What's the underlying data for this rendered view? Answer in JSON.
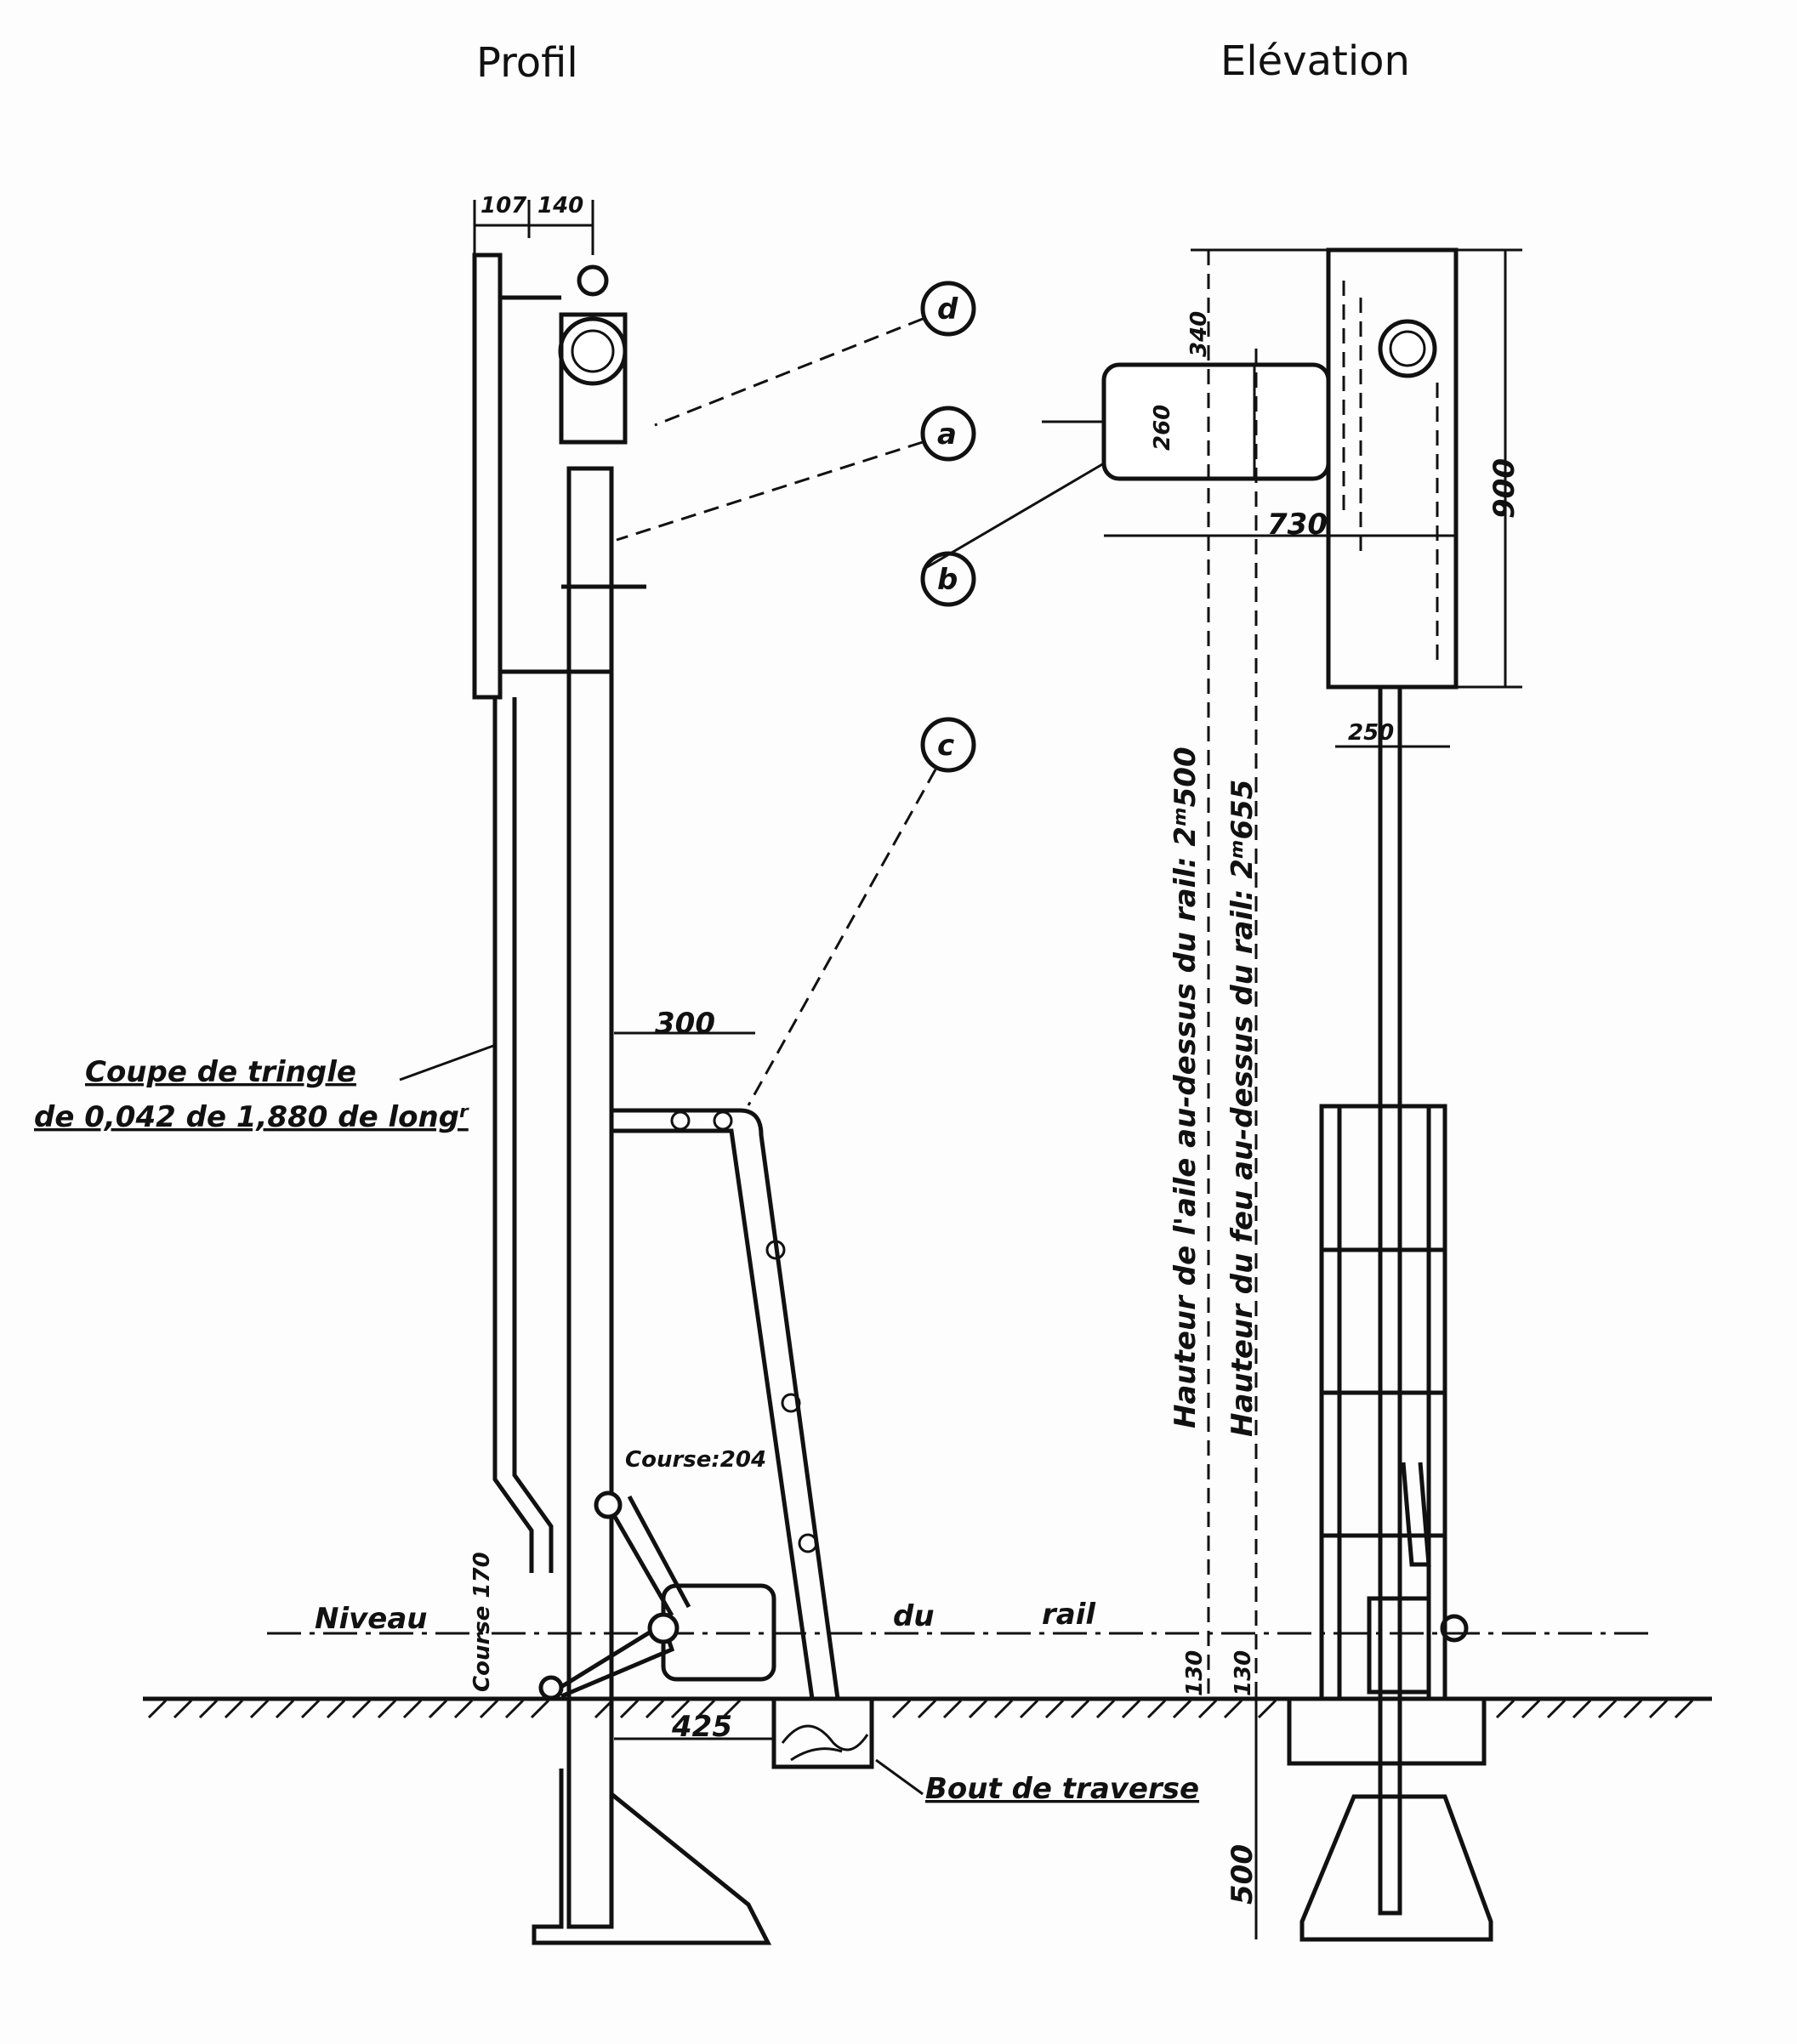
{
  "titles": {
    "profile": "Profil",
    "elevation": "Elévation"
  },
  "callouts": {
    "d": "d",
    "a": "a",
    "b": "b",
    "c": "c"
  },
  "dimensions": {
    "top_left": "107",
    "top_right": "140",
    "arm_top": "340",
    "arm_height": "260",
    "arm_width": "730",
    "box_height": "900",
    "post_width": "250",
    "ladder_width": "300",
    "base_offset": "425",
    "rail_left": "130",
    "rail_right": "130",
    "foundation": "500"
  },
  "labels": {
    "rod_line1": "Coupe de tringle",
    "rod_line2": "de 0,042  de 1,880 de longʳ",
    "course_204": "Course:204",
    "course_170": "Course 170",
    "rail_level_1": "Niveau",
    "rail_level_2": "du",
    "rail_level_3": "rail",
    "sleeper": "Bout de traverse",
    "wing_height": "Hauteur de l'aile au-dessus du rail: 2ᵐ500",
    "light_height": "Hauteur du feu au-dessus du rail: 2ᵐ655"
  }
}
